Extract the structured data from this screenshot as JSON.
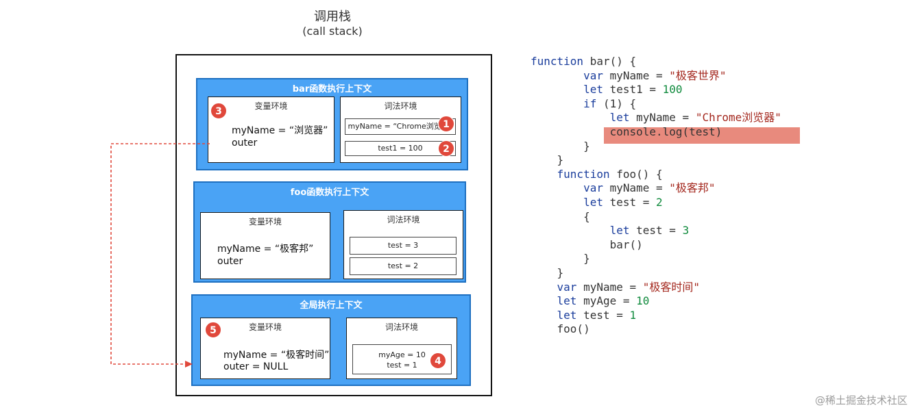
{
  "title": {
    "zh": "调用栈",
    "en": "(call stack)"
  },
  "contexts": {
    "bar": {
      "title": "bar函数执行上下文",
      "variable_env": {
        "title": "变量环境",
        "lines": [
          "myName = “浏览器”",
          "outer"
        ]
      },
      "lexical_env": {
        "title": "词法环境",
        "cells": [
          "myName = “Chrome浏览器”",
          "test1 = 100"
        ]
      }
    },
    "foo": {
      "title": "foo函数执行上下文",
      "variable_env": {
        "title": "变量环境",
        "lines": [
          "myName = “极客邦”",
          "outer"
        ]
      },
      "lexical_env": {
        "title": "词法环境",
        "cells": [
          "test = 3",
          "test = 2"
        ]
      }
    },
    "global": {
      "title": "全局执行上下文",
      "variable_env": {
        "title": "变量环境",
        "lines": [
          "myName = “极客时间”",
          "outer = NULL"
        ]
      },
      "lexical_env": {
        "title": "词法环境",
        "cells": [
          "myAge = 10",
          "test = 1"
        ]
      }
    }
  },
  "badges": [
    "1",
    "2",
    "3",
    "4",
    "5"
  ],
  "code": [
    [
      {
        "t": "function ",
        "c": "kw"
      },
      {
        "t": "bar() {",
        "c": ""
      }
    ],
    [
      {
        "t": "        var ",
        "c": "kw"
      },
      {
        "t": "myName = ",
        "c": ""
      },
      {
        "t": "\"极客世界\"",
        "c": "str"
      }
    ],
    [
      {
        "t": "        let ",
        "c": "kw"
      },
      {
        "t": "test1 = ",
        "c": ""
      },
      {
        "t": "100",
        "c": "num"
      }
    ],
    [
      {
        "t": "        if ",
        "c": "kw"
      },
      {
        "t": "(1) {",
        "c": ""
      }
    ],
    [
      {
        "t": "            let ",
        "c": "kw"
      },
      {
        "t": "myName = ",
        "c": ""
      },
      {
        "t": "\"Chrome浏览器\"",
        "c": "str"
      }
    ],
    [
      {
        "t": "            console.log(test)",
        "c": ""
      }
    ],
    [
      {
        "t": "        }",
        "c": ""
      }
    ],
    [
      {
        "t": "    }",
        "c": ""
      }
    ],
    [
      {
        "t": "    function ",
        "c": "kw"
      },
      {
        "t": "foo() {",
        "c": ""
      }
    ],
    [
      {
        "t": "        var ",
        "c": "kw"
      },
      {
        "t": "myName = ",
        "c": ""
      },
      {
        "t": "\"极客邦\"",
        "c": "str"
      }
    ],
    [
      {
        "t": "        let ",
        "c": "kw"
      },
      {
        "t": "test = ",
        "c": ""
      },
      {
        "t": "2",
        "c": "num"
      }
    ],
    [
      {
        "t": "        {",
        "c": ""
      }
    ],
    [
      {
        "t": "            let ",
        "c": "kw"
      },
      {
        "t": "test = ",
        "c": ""
      },
      {
        "t": "3",
        "c": "num"
      }
    ],
    [
      {
        "t": "            bar()",
        "c": ""
      }
    ],
    [
      {
        "t": "        }",
        "c": ""
      }
    ],
    [
      {
        "t": "    }",
        "c": ""
      }
    ],
    [
      {
        "t": "    var ",
        "c": "kw"
      },
      {
        "t": "myName = ",
        "c": ""
      },
      {
        "t": "\"极客时间\"",
        "c": "str"
      }
    ],
    [
      {
        "t": "    let ",
        "c": "kw"
      },
      {
        "t": "myAge = ",
        "c": ""
      },
      {
        "t": "10",
        "c": "num"
      }
    ],
    [
      {
        "t": "    let ",
        "c": "kw"
      },
      {
        "t": "test = ",
        "c": ""
      },
      {
        "t": "1",
        "c": "num"
      }
    ],
    [
      {
        "t": "    foo()",
        "c": ""
      }
    ]
  ],
  "watermark": "@稀土掘金技术社区",
  "colors": {
    "context": "#4aa3f5",
    "badge": "#e0483b",
    "highlight": "#e88a7d",
    "arrow": "#e0483b"
  }
}
